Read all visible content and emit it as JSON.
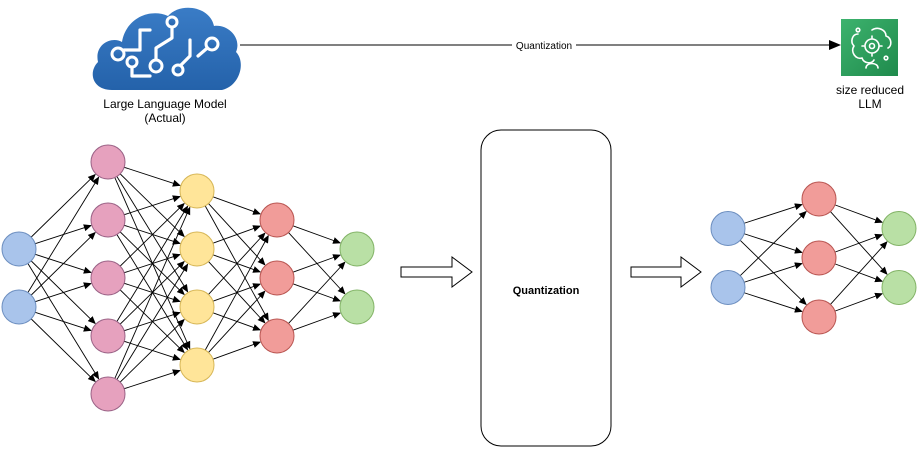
{
  "top_flow": {
    "source_caption_line1": "Large Language Model",
    "source_caption_line2": "(Actual)",
    "arrow_label": "Quantization",
    "target_caption_line1": "size reduced",
    "target_caption_line2": "LLM",
    "source_icon": "cloud-circuit-icon",
    "target_icon": "brain-gear-icon",
    "source_icon_color": "#2F6EB7",
    "target_icon_color": "#2E9E5B"
  },
  "process_box": {
    "label": "Quantization"
  },
  "networks": {
    "original": {
      "layer_sizes": [
        2,
        5,
        4,
        3,
        2
      ],
      "layer_colors": [
        "#A9C4EB",
        "#E6A1BE",
        "#FFE599",
        "#F19C99",
        "#B9E0A5"
      ]
    },
    "quantized": {
      "layer_sizes": [
        2,
        3,
        2
      ],
      "layer_colors": [
        "#A9C4EB",
        "#F19C99",
        "#B9E0A5"
      ]
    }
  },
  "colors": {
    "stroke_blue": "#6C8EBF",
    "stroke_pink": "#996185",
    "stroke_yellow": "#D6B656",
    "stroke_red": "#B85450",
    "stroke_green": "#82B366"
  }
}
